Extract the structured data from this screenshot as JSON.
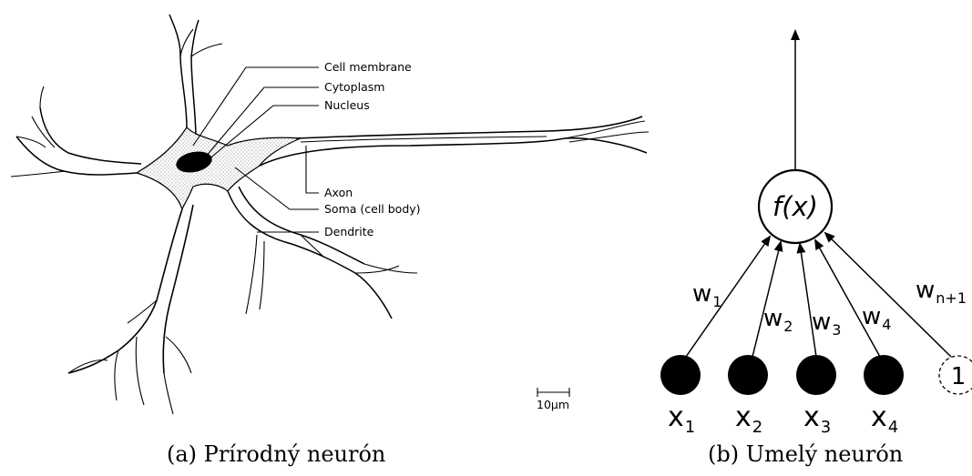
{
  "neuron_labels": {
    "cell_membrane": "Cell membrane",
    "cytoplasm": "Cytoplasm",
    "nucleus": "Nucleus",
    "axon": "Axon",
    "soma": "Soma (cell body)",
    "dendrite": "Dendrite",
    "scale": "10μm"
  },
  "artificial": {
    "function": "f(x)",
    "inputs": [
      {
        "name": "x",
        "sub": "1"
      },
      {
        "name": "x",
        "sub": "2"
      },
      {
        "name": "x",
        "sub": "3"
      },
      {
        "name": "x",
        "sub": "4"
      }
    ],
    "weights": [
      {
        "name": "w",
        "sub": "1"
      },
      {
        "name": "w",
        "sub": "2"
      },
      {
        "name": "w",
        "sub": "3"
      },
      {
        "name": "w",
        "sub": "4"
      },
      {
        "name": "w",
        "sub": "n+1"
      }
    ],
    "bias": "1"
  },
  "captions": {
    "a": "(a) Prírodný neurón",
    "b": "(b) Umelý neurón"
  }
}
